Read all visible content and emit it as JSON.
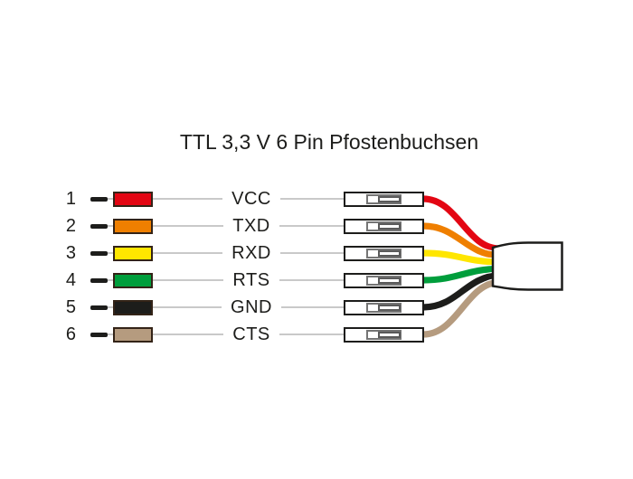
{
  "title": "TTL 3,3 V 6 Pin Pfostenbuchsen",
  "pins": [
    {
      "number": "1",
      "signal": "VCC",
      "wire_color_name": "red",
      "wire_color": "#e30613"
    },
    {
      "number": "2",
      "signal": "TXD",
      "wire_color_name": "orange",
      "wire_color": "#ef7f00"
    },
    {
      "number": "3",
      "signal": "RXD",
      "wire_color_name": "yellow",
      "wire_color": "#ffe600"
    },
    {
      "number": "4",
      "signal": "RTS",
      "wire_color_name": "green",
      "wire_color": "#009e3c"
    },
    {
      "number": "5",
      "signal": "GND",
      "wire_color_name": "black",
      "wire_color": "#1d1d1b"
    },
    {
      "number": "6",
      "signal": "CTS",
      "wire_color_name": "tan",
      "wire_color": "#b59b7f"
    }
  ],
  "styles": {
    "outline_color": "#1d1d1b",
    "line_gray": "#c9c9c9",
    "inner_connector_gray": "#757575",
    "background": "#ffffff",
    "sleeve_fill": "#ffffff"
  }
}
